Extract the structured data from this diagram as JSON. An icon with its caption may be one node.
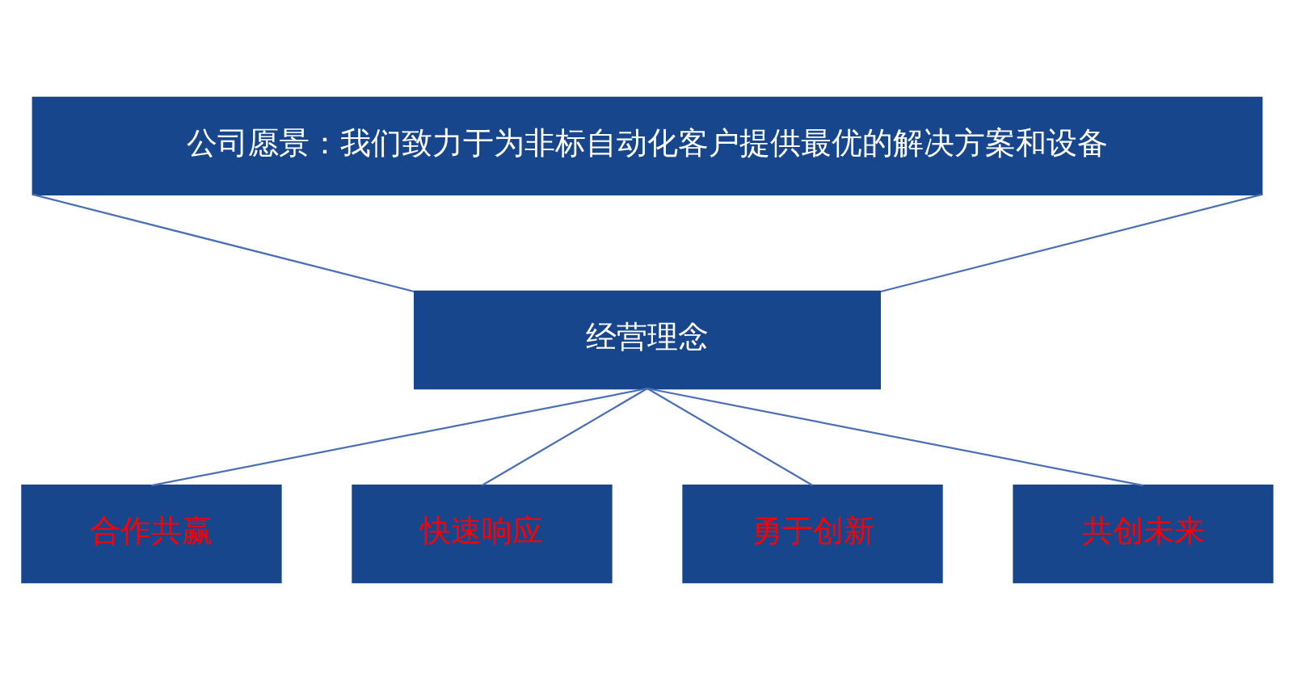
{
  "diagram": {
    "nodes": [
      {
        "text": [
          "公司愿景：我们致力于为非标自动化客户提供最优的解决方案和设备"
        ]
      },
      {
        "text": [
          "经营理念"
        ]
      },
      {
        "text": [
          "合作共赢"
        ]
      },
      {
        "text": [
          "快速响应"
        ]
      },
      {
        "text": [
          "勇于创新"
        ]
      },
      {
        "text": [
          "共创未来"
        ]
      }
    ],
    "edges": [
      {
        "from": 0,
        "to": 1,
        "arrow": "none"
      },
      {
        "from": 0,
        "to": 1,
        "arrow": "none"
      },
      {
        "from": 1,
        "to": 2,
        "arrow": "none"
      },
      {
        "from": 1,
        "to": 3,
        "arrow": "none"
      },
      {
        "from": 1,
        "to": 4,
        "arrow": "none"
      },
      {
        "from": 1,
        "to": 5,
        "arrow": "none"
      }
    ]
  }
}
